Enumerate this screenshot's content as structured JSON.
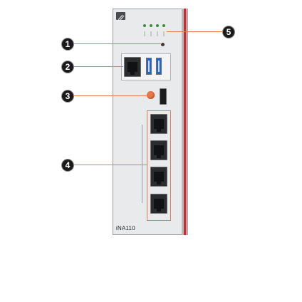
{
  "device": {
    "model_label": "iNA110",
    "accent_color": "#d9262c",
    "callout_line_color": "#e07a50",
    "led_color": "#3f8a3a"
  },
  "callouts": [
    {
      "number": "1",
      "target": "status-led-indicator"
    },
    {
      "number": "2",
      "target": "lan-and-usb-ports"
    },
    {
      "number": "3",
      "target": "power-button"
    },
    {
      "number": "4",
      "target": "lan-ports-group"
    },
    {
      "number": "5",
      "target": "status-leds"
    }
  ]
}
